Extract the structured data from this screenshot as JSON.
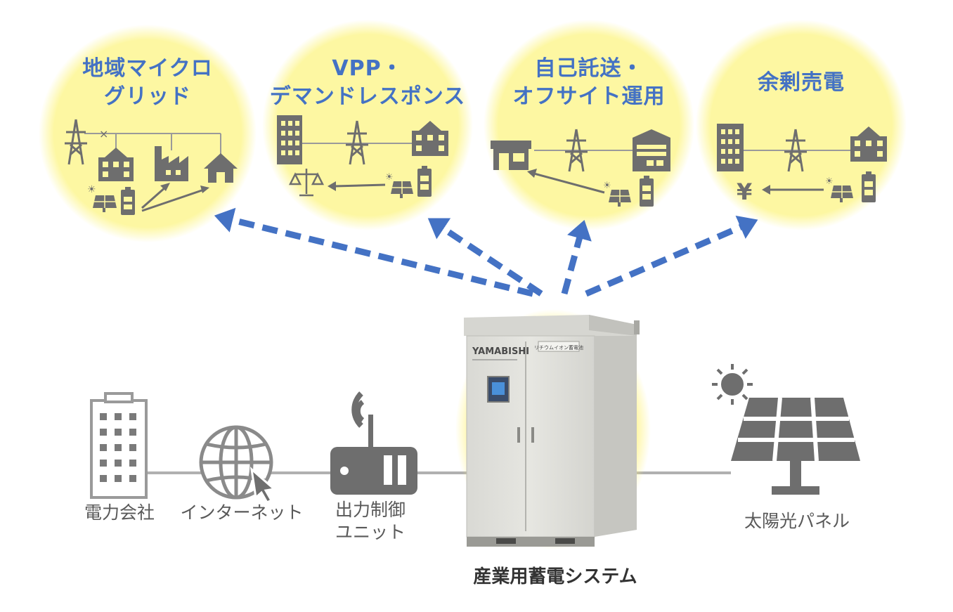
{
  "use_cases": [
    {
      "title_line1": "地域マイクロ",
      "title_line2": "グリッド"
    },
    {
      "title_line1": "VPP・",
      "title_line2": "デマンドレスポンス"
    },
    {
      "title_line1": "自己託送・",
      "title_line2": "オフサイト運用"
    },
    {
      "title_line1": "余剰売電",
      "title_line2": ""
    }
  ],
  "bottom_labels": {
    "power_company": "電力会社",
    "internet": "インターネット",
    "control_unit_line1": "出力制御",
    "control_unit_line2": "ユニット",
    "solar_panel": "太陽光パネル",
    "system": "産業用蓄電システム"
  },
  "cabinet": {
    "brand": "YAMABISHI",
    "plate": "リチウムイオン蓄電池"
  },
  "colors": {
    "accent_blue": "#4472c4",
    "circle_yellow": "#fdf7a2",
    "icon_gray": "#6e6e6e",
    "connector_gray": "#b0b0b0"
  }
}
